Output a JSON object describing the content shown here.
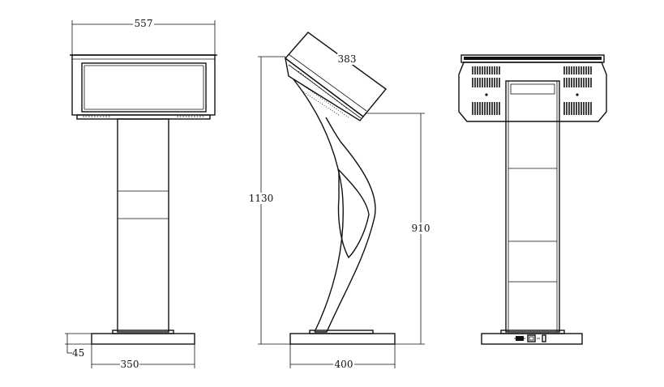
{
  "dimensions": {
    "front_width": "557",
    "screen_depth": "383",
    "total_height": "1130",
    "lower_height": "910",
    "base_height": "45",
    "base_width_front": "350",
    "base_width_side": "400"
  },
  "colors": {
    "line": "#111111",
    "background": "#ffffff"
  }
}
